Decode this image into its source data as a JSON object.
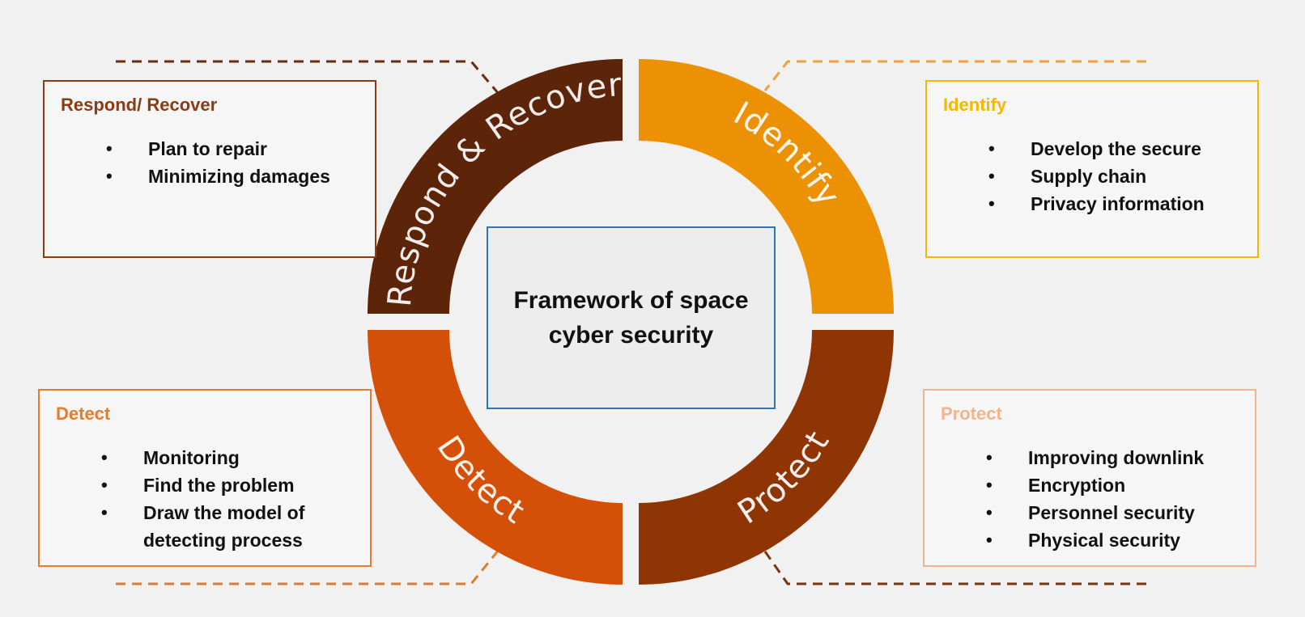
{
  "center": {
    "title": "Framework of space cyber security"
  },
  "ring": {
    "respond_label": "Respond & Recover",
    "identify_label": "Identify",
    "protect_label": "Protect",
    "detect_label": "Detect"
  },
  "boxes": {
    "respond": {
      "title": "Respond/ Recover",
      "items": [
        "Plan to repair",
        "Minimizing damages"
      ]
    },
    "identify": {
      "title": "Identify",
      "items": [
        "Develop the secure",
        "Supply chain",
        "Privacy information"
      ]
    },
    "detect": {
      "title": "Detect",
      "items": [
        "Monitoring",
        "Find the problem",
        "Draw the model of detecting process"
      ]
    },
    "protect": {
      "title": "Protect",
      "items": [
        "Improving downlink",
        "Encryption",
        "Personnel security",
        "Physical security"
      ]
    }
  },
  "colors": {
    "respond": "#5c2409",
    "identify": "#ec9004",
    "protect": "#8f3504",
    "detect": "#d45008",
    "respond_title": "#8b3c12",
    "identify_title": "#f5b700",
    "detect_title": "#e87a2c",
    "protect_title": "#f2b48c",
    "center_border": "#2e74b5"
  }
}
